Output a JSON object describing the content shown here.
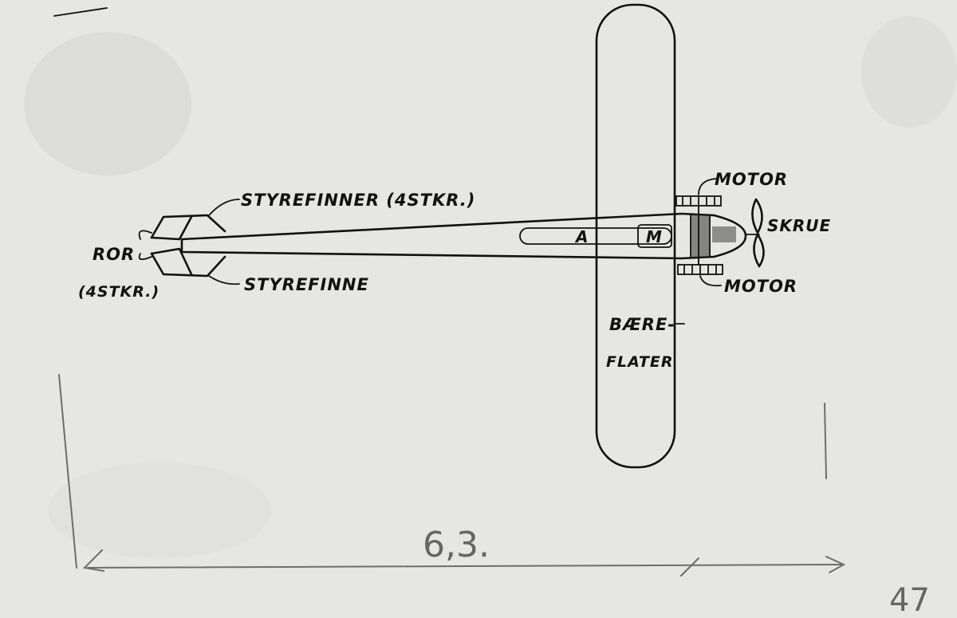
{
  "labels": {
    "styrefinner": "STYREFINNER (4STKR.)",
    "styrefinne": "STYREFINNE",
    "ror": "ROR",
    "ror_count": "(4STKR.)",
    "motor_top": "MOTOR",
    "motor_bottom": "MOTOR",
    "skrue": "SKRUE",
    "baere_line1": "BÆRE-",
    "baere_line2": "FLATER",
    "fuselage_a": "A",
    "fuselage_m": "M"
  },
  "annotations": {
    "dimension": "6,3.",
    "corner_note": "47"
  },
  "colors": {
    "paper": "#e6e6e3",
    "ink": "#111111",
    "pencil": "#6d6d6d"
  }
}
